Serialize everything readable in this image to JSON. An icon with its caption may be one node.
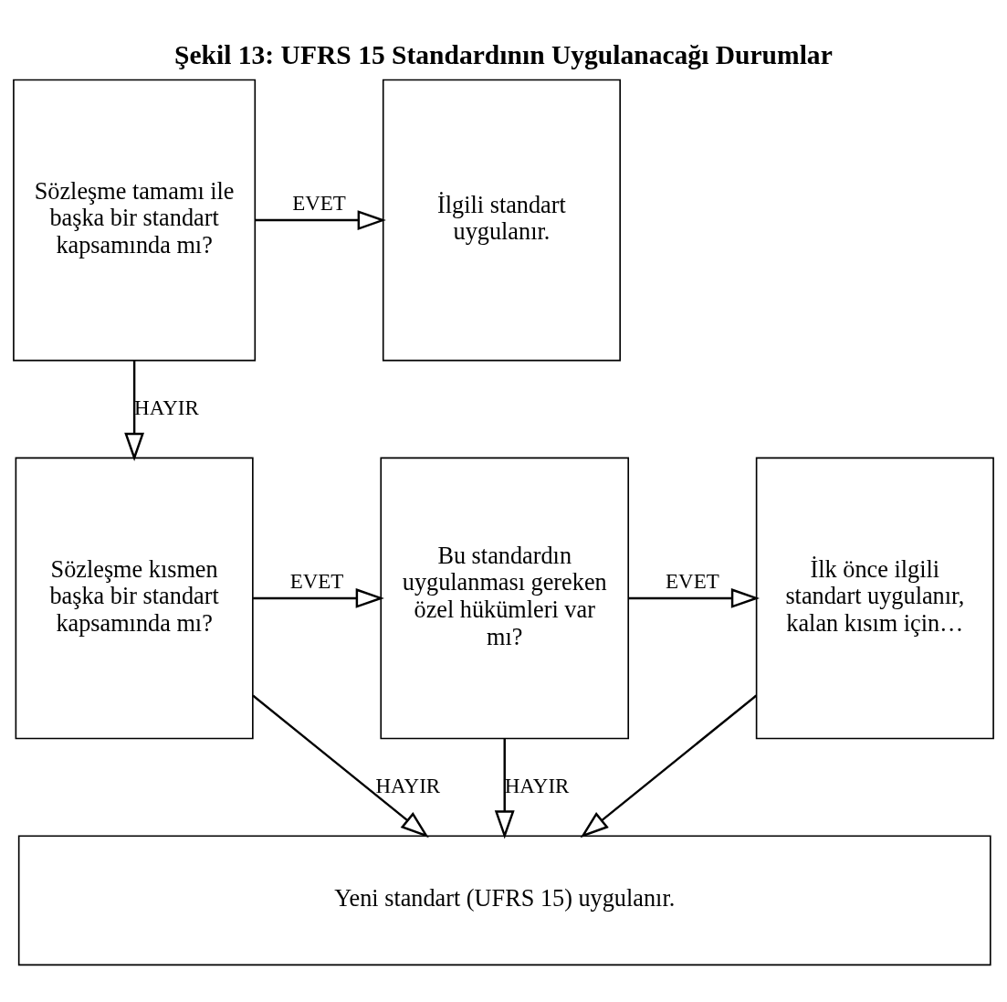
{
  "diagram": {
    "title": "Şekil 13: UFRS 15 Standardının Uygulanacağı Durumlar",
    "nodes": [
      {
        "text": [
          "Sözleşme tamamı ile başka bir standart kapsamında mı?"
        ]
      },
      {
        "text": [
          "İlgili standart uygulanır."
        ]
      },
      {
        "text": [
          "Sözleşme kısmen başka bir standart kapsamında mı?"
        ]
      },
      {
        "text": [
          "Bu standardın uygulanması gereken özel hükümleri var mı?"
        ]
      },
      {
        "text": [
          "İlk önce ilgili standart uygulanır, kalan kısım için…"
        ]
      },
      {
        "text": [
          "Yeni standart (UFRS 15) uygulanır."
        ]
      }
    ],
    "edges": [
      {
        "from": 0,
        "to": 1,
        "arrow": "to",
        "label": "EVET"
      },
      {
        "from": 0,
        "to": 2,
        "arrow": "to",
        "label": "HAYIR"
      },
      {
        "from": 2,
        "to": 3,
        "arrow": "to",
        "label": "EVET"
      },
      {
        "from": 3,
        "to": 4,
        "arrow": "to",
        "label": "EVET"
      },
      {
        "from": 2,
        "to": 5,
        "arrow": "to",
        "label": "HAYIR"
      },
      {
        "from": 3,
        "to": 5,
        "arrow": "to",
        "label": "HAYIR"
      },
      {
        "from": 4,
        "to": 5,
        "arrow": "to"
      }
    ]
  }
}
